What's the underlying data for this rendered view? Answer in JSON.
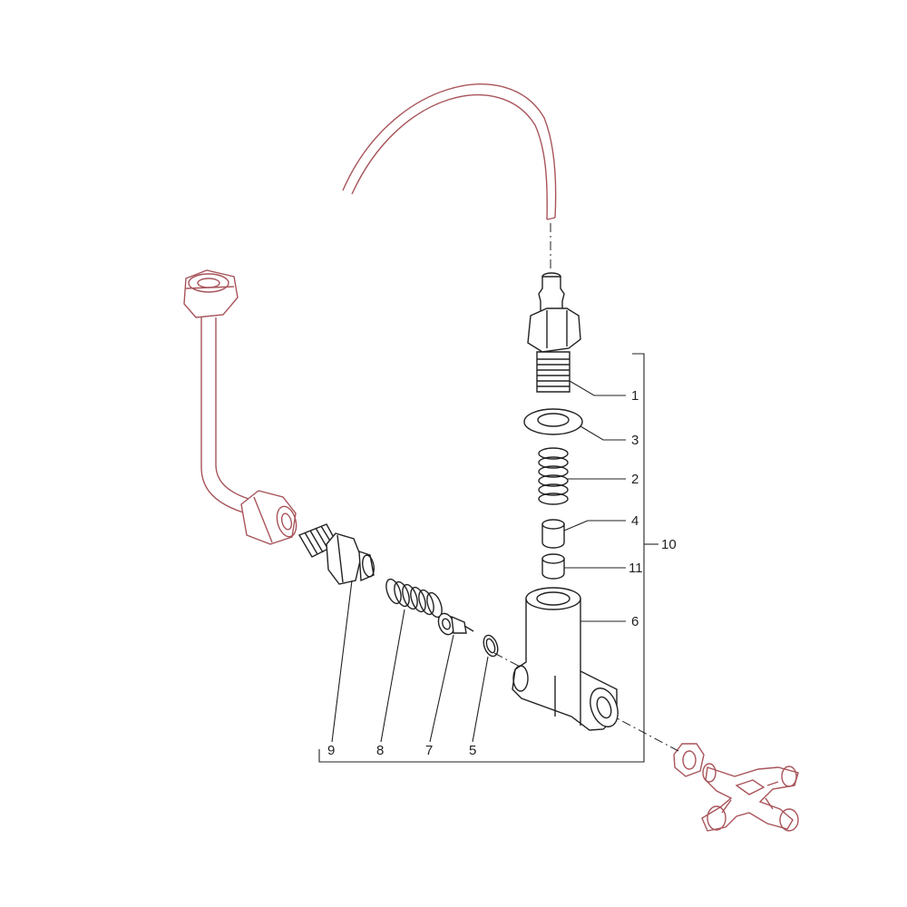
{
  "callouts": {
    "c1": "1",
    "c2": "2",
    "c3": "3",
    "c4": "4",
    "c5": "5",
    "c6": "6",
    "c7": "7",
    "c8": "8",
    "c9": "9",
    "c10": "10",
    "c11": "11"
  },
  "colors": {
    "part_outline": "#222222",
    "context_part_outline": "#a8545a"
  }
}
